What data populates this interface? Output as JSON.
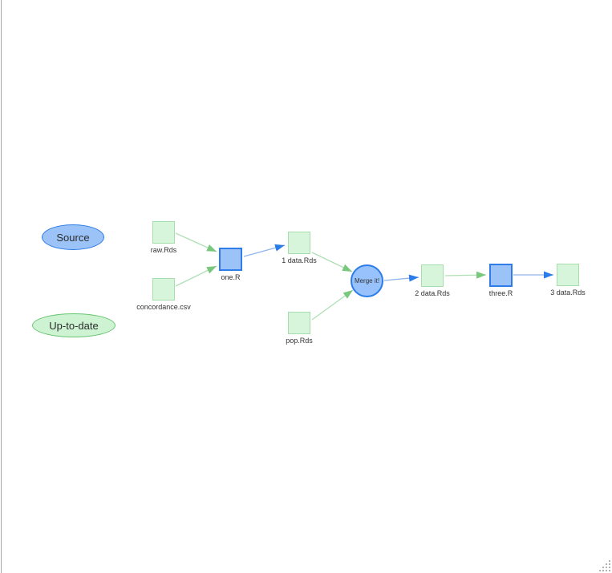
{
  "legend": {
    "items": [
      {
        "id": "source",
        "label": "Source",
        "shape": "ellipse",
        "fill": "#9CC3F7",
        "border": "#2B7CE9"
      },
      {
        "id": "up-to-date",
        "label": "Up-to-date",
        "shape": "ellipse",
        "fill": "#CDF3D3",
        "border": "#68C572"
      }
    ]
  },
  "nodes": [
    {
      "id": "raw.Rds",
      "label": "raw.Rds",
      "shape": "square",
      "status": "up-to-date"
    },
    {
      "id": "concordance.csv",
      "label": "concordance.csv",
      "shape": "square",
      "status": "up-to-date"
    },
    {
      "id": "one.R",
      "label": "one.R",
      "shape": "square",
      "status": "source"
    },
    {
      "id": "1 data.Rds",
      "label": "1 data.Rds",
      "shape": "square",
      "status": "up-to-date"
    },
    {
      "id": "pop.Rds",
      "label": "pop.Rds",
      "shape": "square",
      "status": "up-to-date"
    },
    {
      "id": "Merge it!",
      "label": "Merge it!",
      "shape": "circle",
      "status": "source"
    },
    {
      "id": "2 data.Rds",
      "label": "2 data.Rds",
      "shape": "square",
      "status": "up-to-date"
    },
    {
      "id": "three.R",
      "label": "three.R",
      "shape": "square",
      "status": "source"
    },
    {
      "id": "3 data.Rds",
      "label": "3 data.Rds",
      "shape": "square",
      "status": "up-to-date"
    }
  ],
  "edges": [
    {
      "from": "raw.Rds",
      "to": "one.R",
      "color": "green"
    },
    {
      "from": "concordance.csv",
      "to": "one.R",
      "color": "green"
    },
    {
      "from": "one.R",
      "to": "1 data.Rds",
      "color": "blue"
    },
    {
      "from": "1 data.Rds",
      "to": "Merge it!",
      "color": "green"
    },
    {
      "from": "pop.Rds",
      "to": "Merge it!",
      "color": "green"
    },
    {
      "from": "Merge it!",
      "to": "2 data.Rds",
      "color": "blue"
    },
    {
      "from": "2 data.Rds",
      "to": "three.R",
      "color": "green"
    },
    {
      "from": "three.R",
      "to": "3 data.Rds",
      "color": "blue"
    }
  ],
  "colors": {
    "node_blue_fill": "#9CC3F7",
    "node_blue_border": "#2B7CE9",
    "node_green_fill": "#D6F5DB",
    "node_green_border": "#A6DEAD",
    "edge_green_line": "#AFE0B4",
    "edge_green_head": "#7AC77E",
    "edge_blue_line": "#8FB4EC",
    "edge_blue_head": "#2B7CE9",
    "label_text": "#343434",
    "left_border": "#A9A9A9"
  },
  "icons": {
    "resize_grip": "dotted-triangle-resize-handle"
  }
}
